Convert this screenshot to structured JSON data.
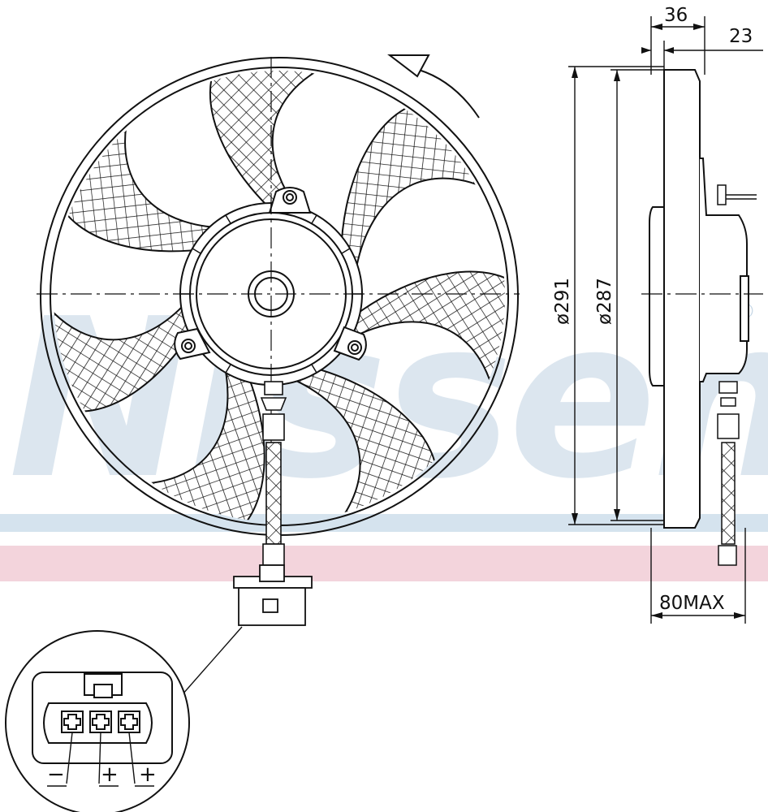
{
  "watermark": {
    "text": "Nissens",
    "registered": "®",
    "band_blue": "#d5e3ee",
    "band_red": "#f3d4dc",
    "text_color": "#dce6ef"
  },
  "dimensions": {
    "depth_total": "36",
    "depth_rim": "23",
    "diameter_outer": "ø291",
    "diameter_inner": "ø287",
    "max_depth": "80MAX"
  },
  "connector": {
    "pins": [
      "−",
      "+",
      "+"
    ]
  },
  "rotation_arrow": "counter-clockwise",
  "line_color": "#111111"
}
